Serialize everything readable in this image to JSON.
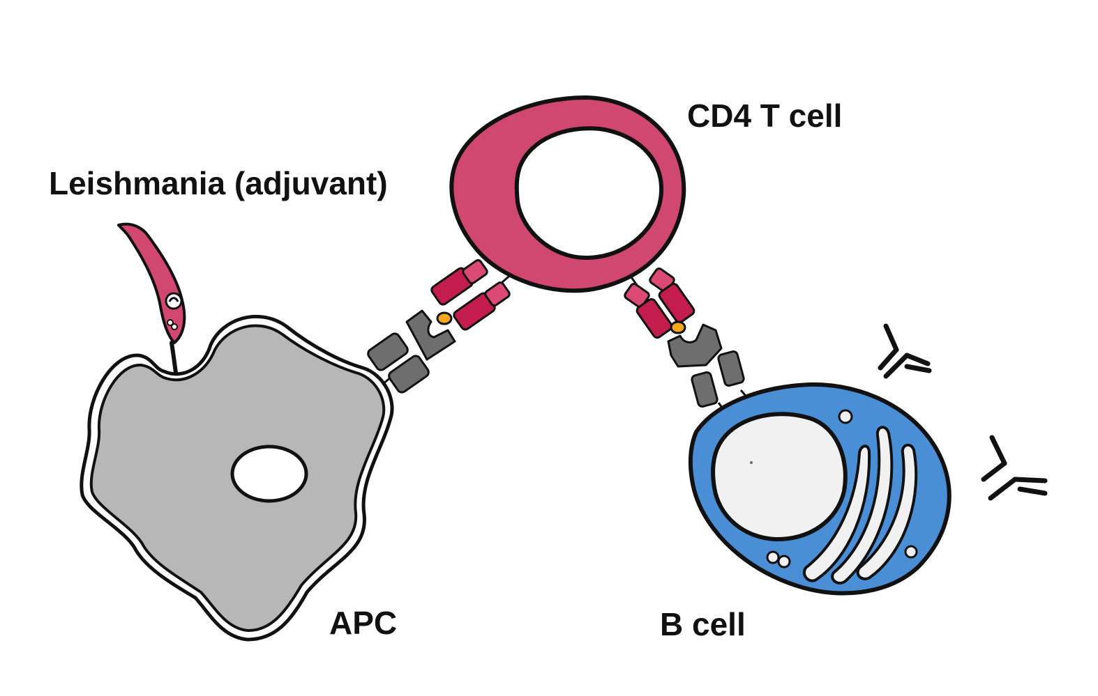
{
  "labels": {
    "leishmania": "Leishmania (adjuvant)",
    "cd4_t_cell": "CD4 T cell",
    "apc": "APC",
    "b_cell": "B cell"
  },
  "colors": {
    "t_cell": "#d0476f",
    "receptor_red": "#c21d4c",
    "receptor_pink": "#db4a72",
    "apc": "#b7b7b7",
    "mhc_gray": "#6e6e6e",
    "antigen": "#f4a81d",
    "b_cell": "#4a8fd6",
    "outline": "#111111"
  }
}
